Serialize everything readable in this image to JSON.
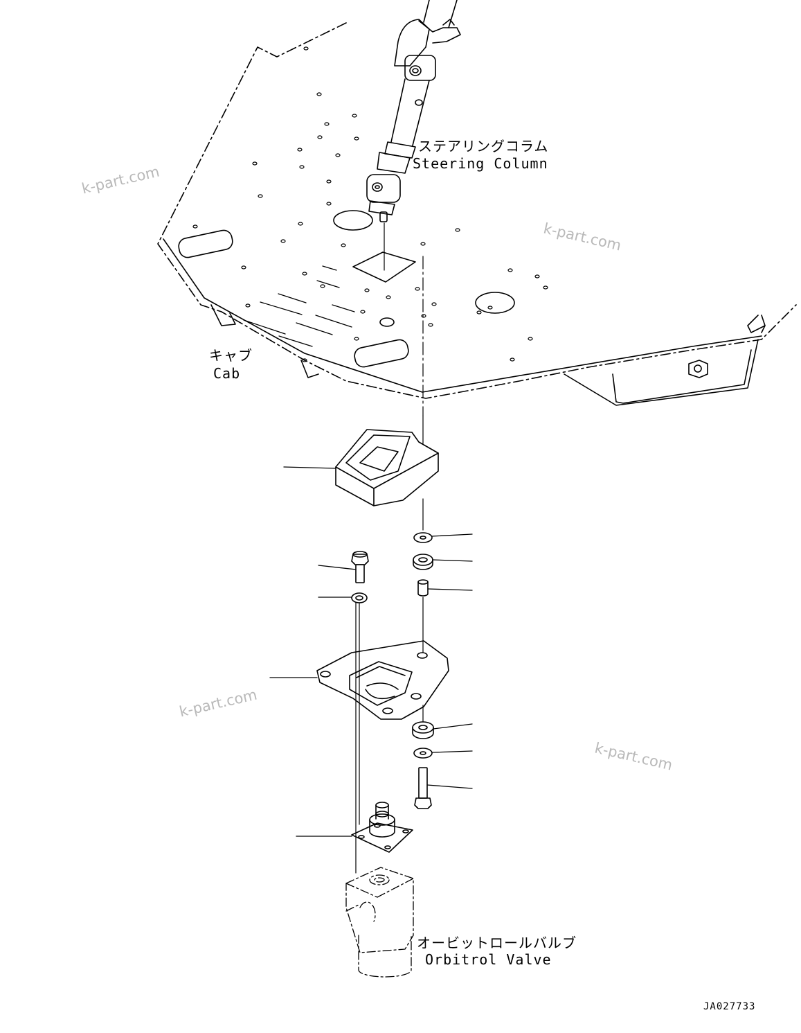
{
  "labels": {
    "steering_jp": "ステアリングコラム",
    "steering_en": "Steering Column",
    "cab_jp": "キャブ",
    "cab_en": "Cab",
    "valve_jp": "オービットロールバルブ",
    "valve_en": "Orbitrol Valve"
  },
  "drawing_code": "JA027733",
  "watermarks": [
    "k-part.com",
    "k-part.com",
    "k-part.com",
    "k-part.com"
  ],
  "colors": {
    "line": "#000000",
    "watermark": "#b9b9b9",
    "background": "#ffffff"
  }
}
